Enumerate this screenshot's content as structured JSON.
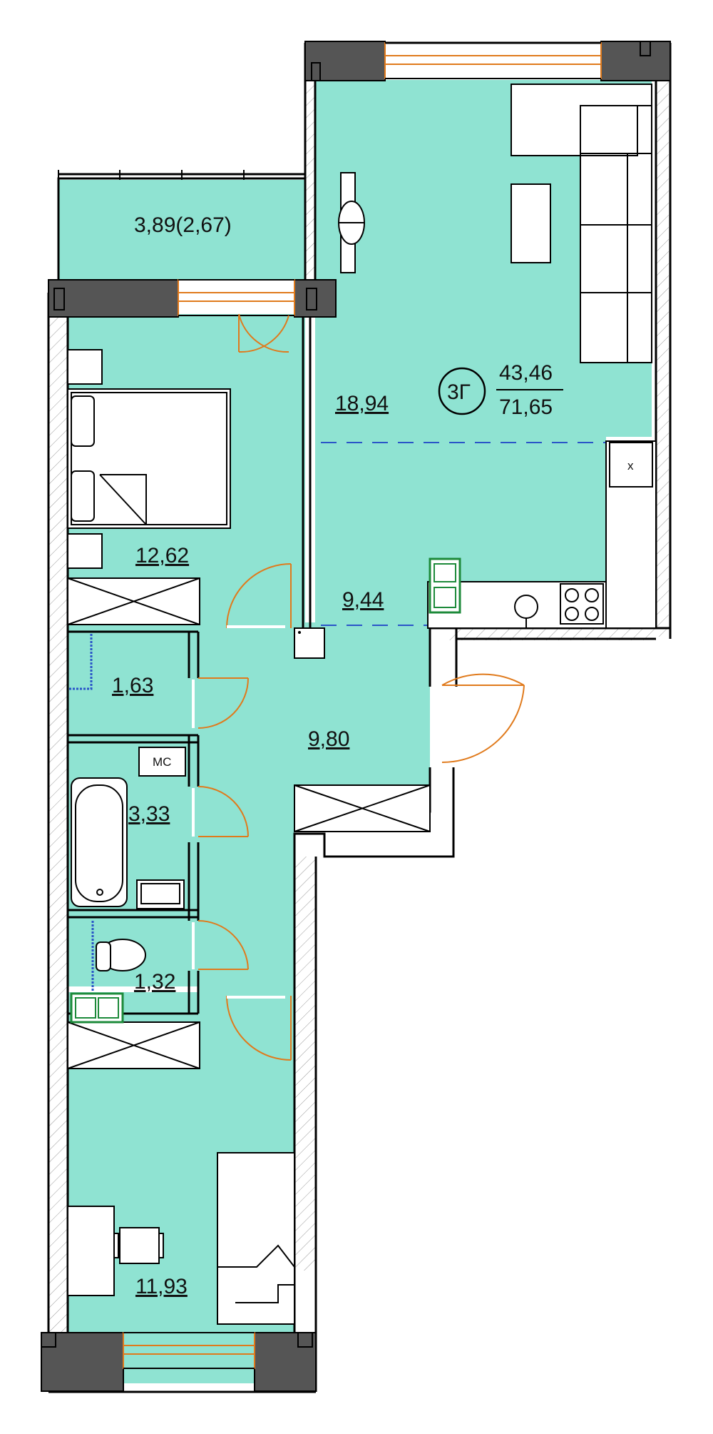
{
  "colors": {
    "floor": "#8fe3d2",
    "wall": "#000000",
    "wall_block": "#555555",
    "door": "#e07a1c",
    "window": "#e07a1c",
    "dash": "#2a55c8",
    "fixture_green": "#1d8a3a"
  },
  "apartment": {
    "code": "3Г",
    "living_area": "43,46",
    "total_area": "71,65"
  },
  "rooms": {
    "balcony": "3,89(2,67)",
    "living_room": "18,94",
    "kitchen": "9,44",
    "bedroom": "12,62",
    "hall": "9,80",
    "wardrobe": "1,63",
    "bathroom": "3,33",
    "toilet": "1,32",
    "second_bedroom": "11,93"
  },
  "fixtures": {
    "washing_machine_label": "МС",
    "hood_label": "х"
  }
}
